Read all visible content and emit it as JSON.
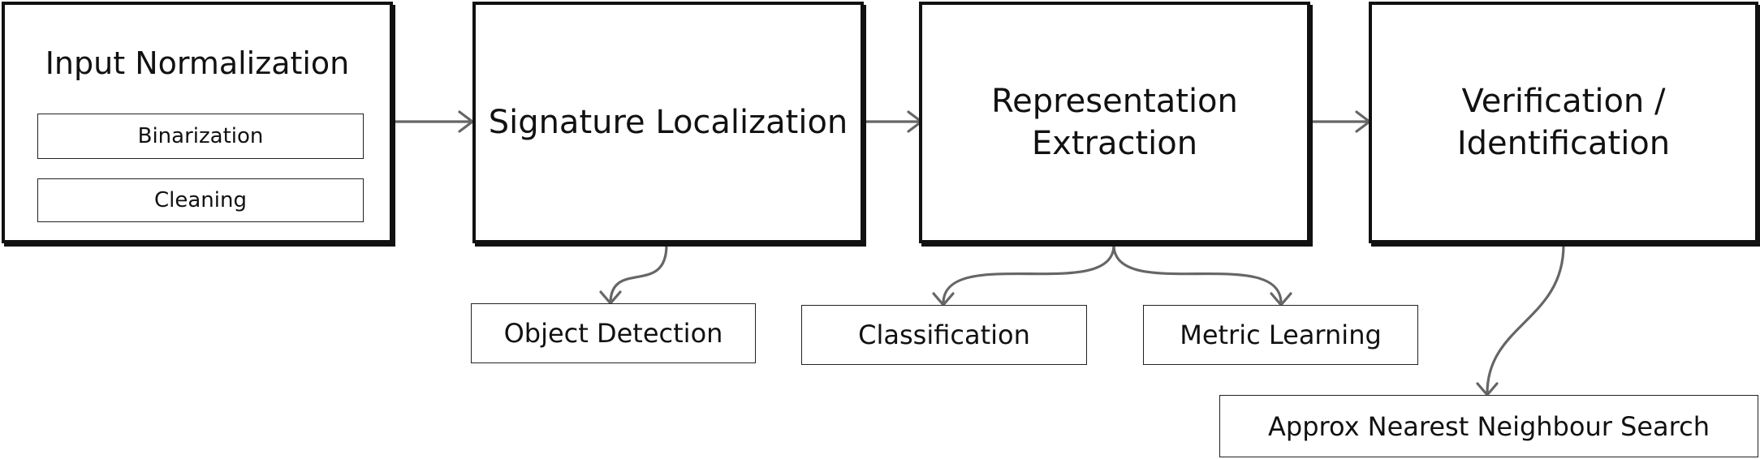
{
  "stages": {
    "input_normalization": {
      "title": "Input Normalization",
      "steps": [
        "Binarization",
        "Cleaning"
      ]
    },
    "signature_localization": {
      "title": "Signature Localization"
    },
    "representation_extraction": {
      "title": "Representation\nExtraction"
    },
    "verification_identification": {
      "title": "Verification /\nIdentification"
    }
  },
  "methods": {
    "object_detection": "Object Detection",
    "classification": "Classification",
    "metric_learning": "Metric Learning",
    "ann_search": "Approx Nearest Neighbour Search"
  },
  "colors": {
    "box_border": "#111111",
    "arrow": "#666666",
    "background": "#ffffff"
  }
}
